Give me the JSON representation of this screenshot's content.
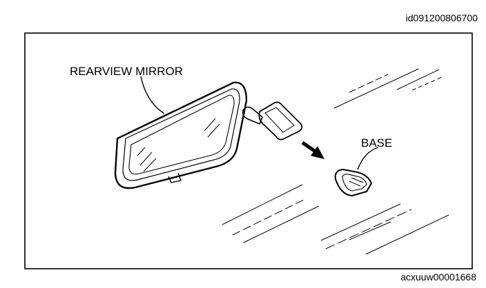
{
  "header": {
    "document_id": "id091200806700"
  },
  "footer": {
    "reference_id": "acxuuw00001668"
  },
  "diagram": {
    "labels": {
      "mirror": "REARVIEW MIRROR",
      "base": "BASE"
    }
  }
}
